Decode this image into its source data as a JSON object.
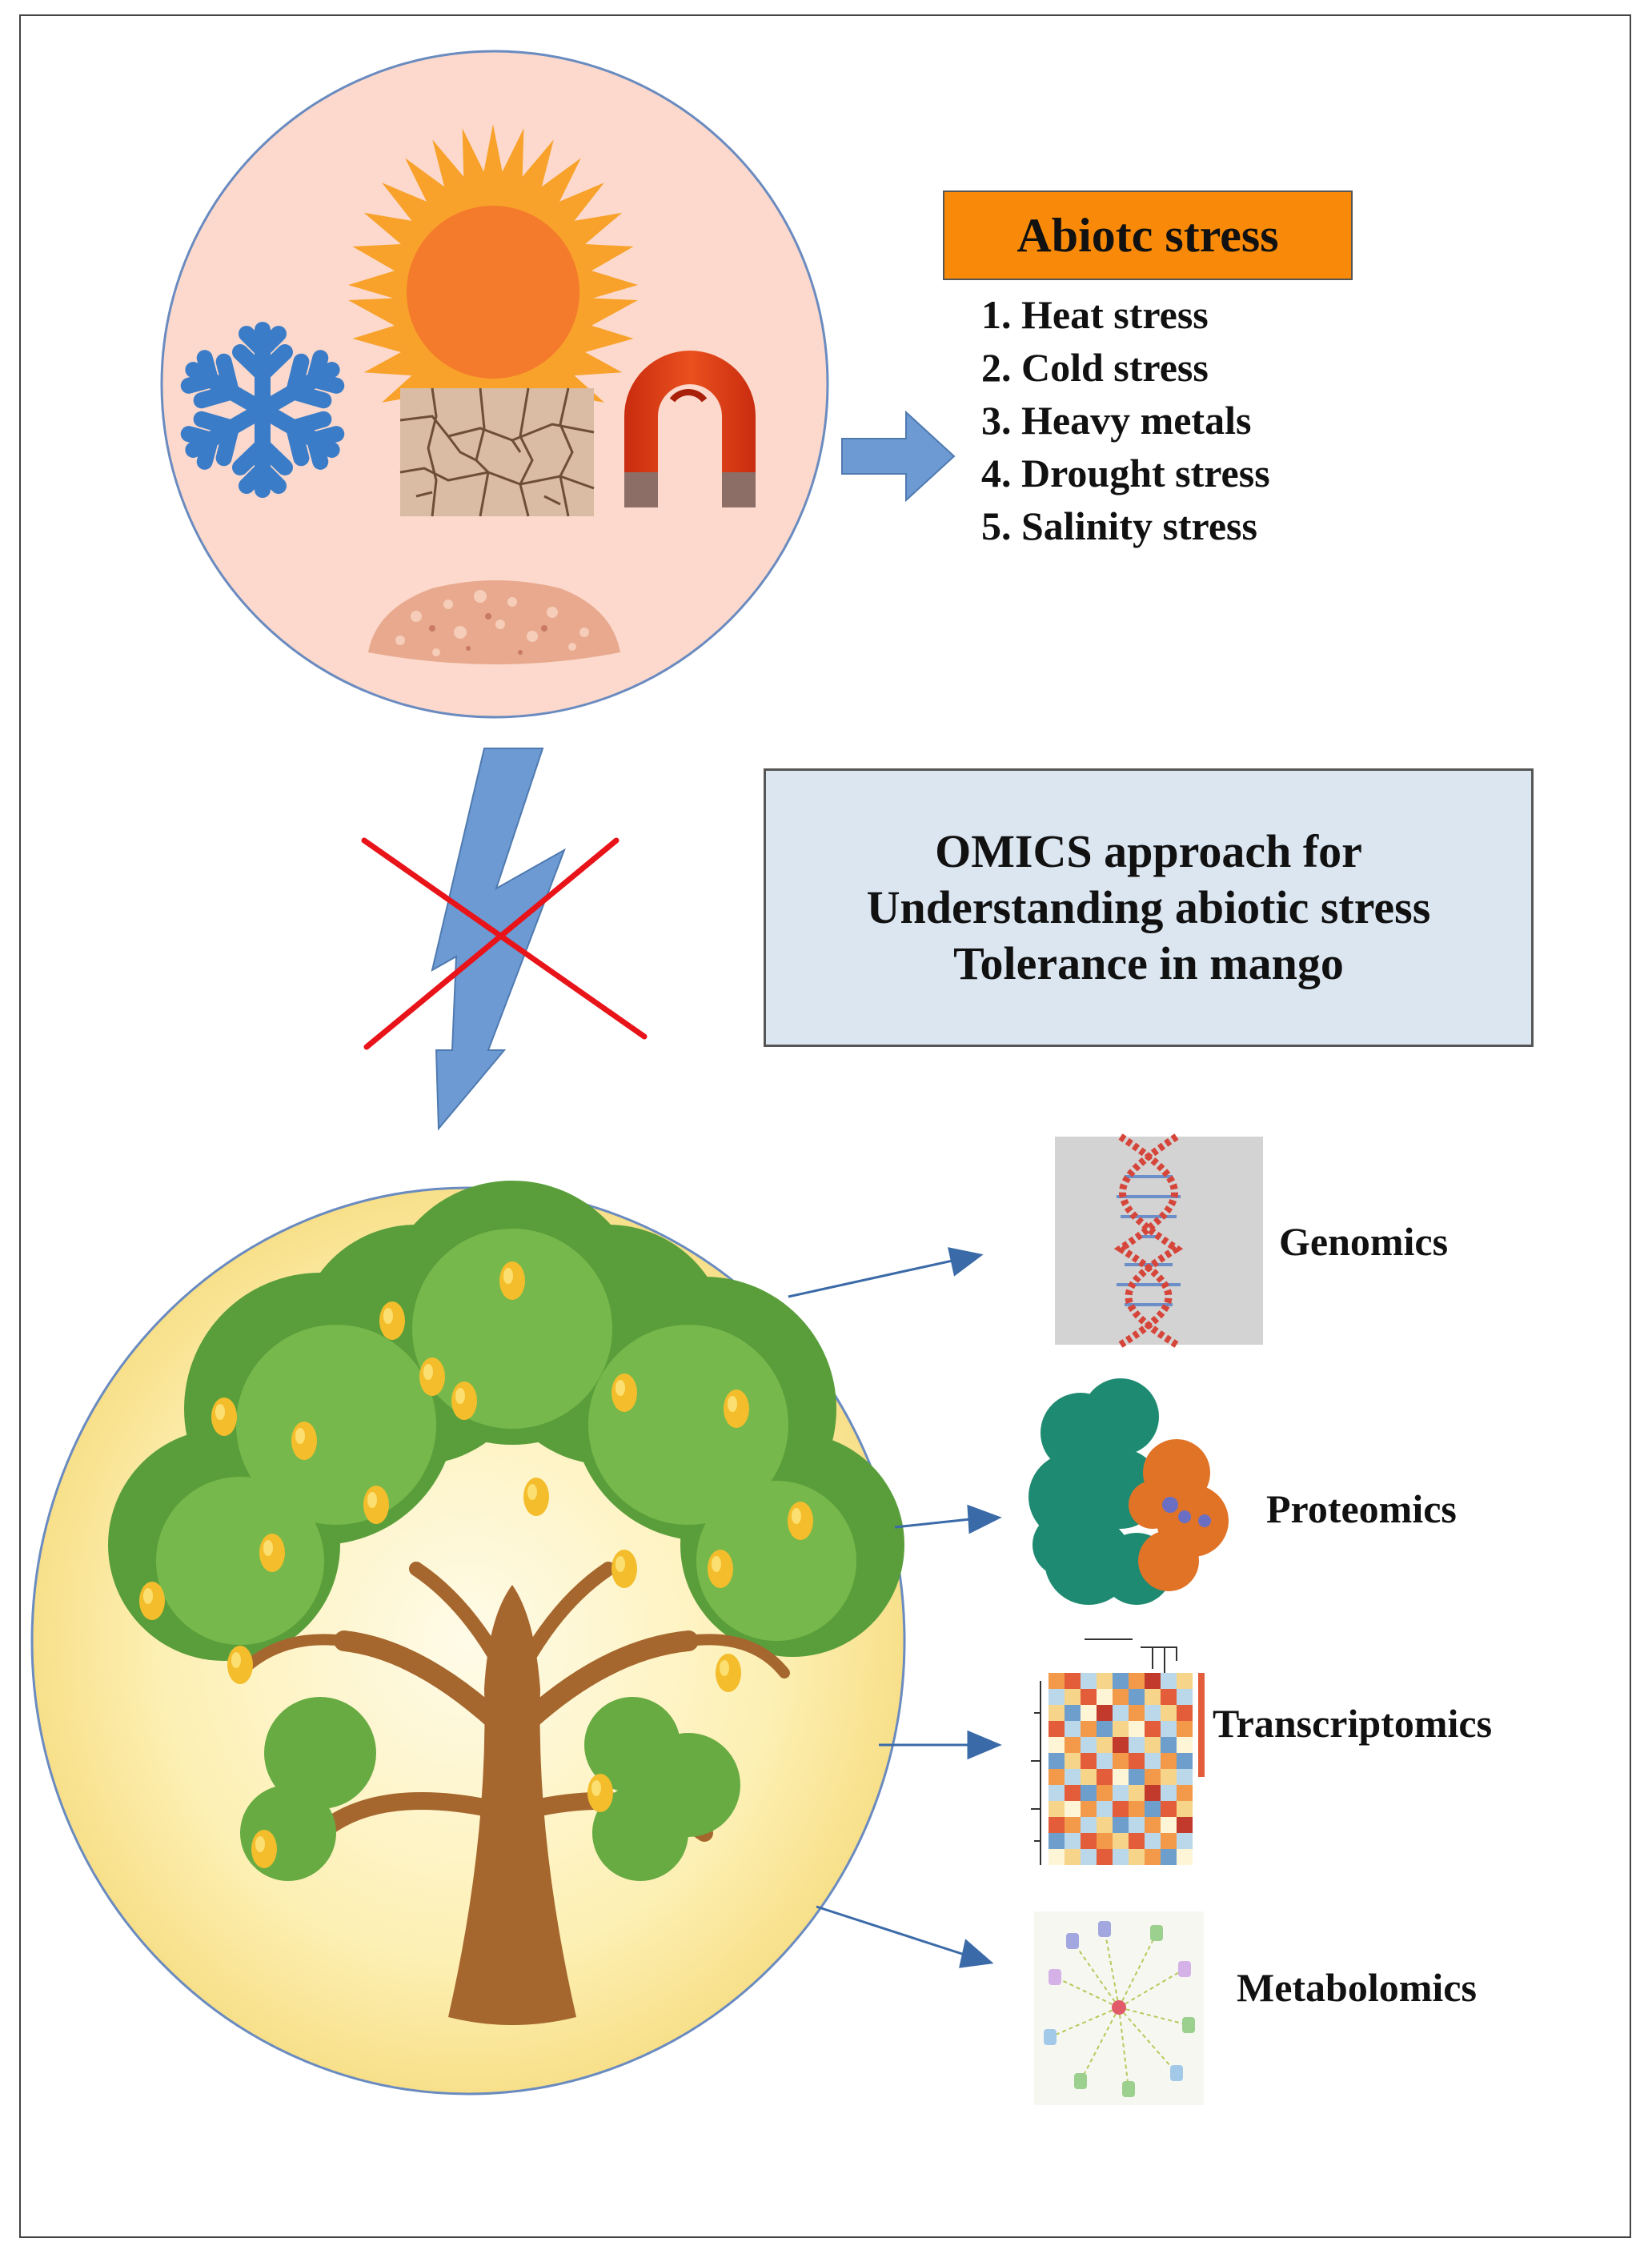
{
  "abiotic": {
    "heading": "Abiotc stress",
    "items": [
      "1. Heat stress",
      "2. Cold stress",
      "3. Heavy metals",
      "4. Drought stress",
      "5. Salinity stress"
    ]
  },
  "omics_box": {
    "lines": [
      "OMICS approach for",
      "Understanding abiotic stress",
      "Tolerance in mango"
    ]
  },
  "omics": {
    "genomics": "Genomics",
    "proteomics": "Proteomics",
    "transcriptomics": "Transcriptomics",
    "metabolomics": "Metabolomics"
  },
  "icons": [
    "sun-icon",
    "snowflake-icon",
    "cracked-soil-icon",
    "magnet-icon",
    "salt-pile-icon",
    "lightning-bolt-icon",
    "cross-icon",
    "mango-tree-icon",
    "dna-icon",
    "protein-icon",
    "heatmap-icon",
    "metabolite-network-icon"
  ],
  "colors": {
    "stress_circle": "#fcd9cc",
    "tree_circle": "#fdf0b4",
    "heading_box": "#f98a09",
    "omics_box": "#dce6f1",
    "arrow": "#6d9ad3",
    "cross": "#e8141a"
  }
}
